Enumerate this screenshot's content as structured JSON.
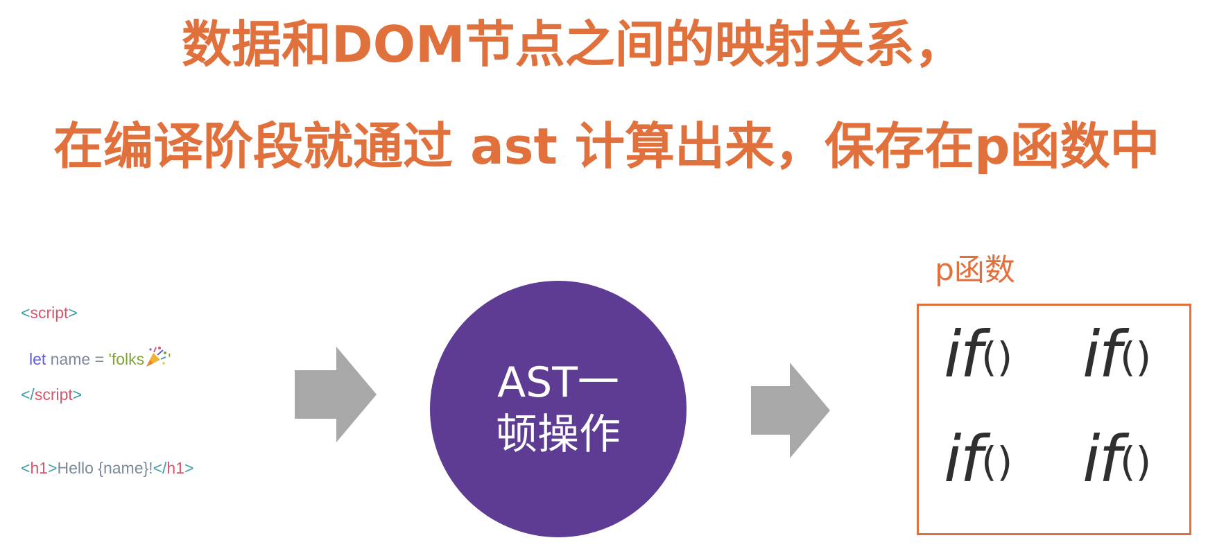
{
  "title": {
    "line1": "数据和DOM节点之间的映射关系，",
    "line2": "在编译阶段就通过 ast 计算出来，保存在p函数中"
  },
  "code": {
    "script_open": {
      "lt": "<",
      "tag": "script",
      "gt": ">"
    },
    "let_line": {
      "kw": "let",
      "ident": " name ",
      "eq": "=",
      "str_open": " 'folks",
      "emoji_icon": "party-popper-icon",
      "str_close": "'"
    },
    "script_close": {
      "lt": "</",
      "tag": "script",
      "gt": ">"
    },
    "h1_line": {
      "lt1": "<",
      "tag1": "h1",
      "gt1": ">",
      "text": "Hello {name}!",
      "lt2": "</",
      "tag2": "h1",
      "gt2": ">"
    }
  },
  "ast": {
    "line1": "AST一",
    "line2": "顿操作"
  },
  "pfunc": {
    "label": "p函数",
    "cells": [
      {
        "text": "if",
        "paren": "()"
      },
      {
        "text": "if",
        "paren": "()"
      },
      {
        "text": "if",
        "paren": "()"
      },
      {
        "text": "if",
        "paren": "()"
      }
    ]
  },
  "colors": {
    "title": "#E0713D",
    "circle": "#5E3C93",
    "arrow": "#A8A8A8",
    "box_border": "#E0713D"
  }
}
